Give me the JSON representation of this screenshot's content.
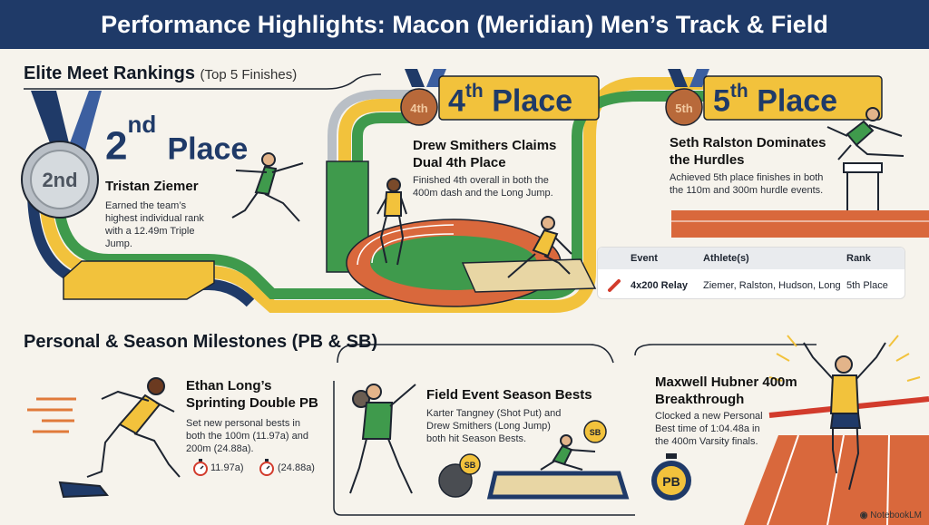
{
  "title": "Performance Highlights: Macon (Meridian) Men’s Track & Field",
  "elite": {
    "heading": "Elite Meet Rankings",
    "subheading": "(Top 5 Finishes)",
    "cards": [
      {
        "medal_label": "2nd",
        "place_num": "2",
        "place_suffix": "nd",
        "place_word": "Place",
        "athlete": "Tristan Ziemer",
        "description": "Earned the team’s highest individual rank with a 12.49m Triple Jump."
      },
      {
        "medal_label": "4th",
        "place_num": "4",
        "place_suffix": "th",
        "place_word": "Place",
        "athlete": "Drew Smithers Claims Dual 4th Place",
        "description": "Finished 4th overall in both the 400m dash and the Long Jump."
      },
      {
        "medal_label": "5th",
        "place_num": "5",
        "place_suffix": "th",
        "place_word": "Place",
        "athlete": "Seth Ralston Dominates the Hurdles",
        "description": "Achieved 5th place finishes in both the 110m and 300m hurdle events."
      }
    ],
    "table": {
      "columns": [
        "Event",
        "Athlete(s)",
        "Rank"
      ],
      "rows": [
        [
          "4x200 Relay",
          "Ziemer, Ralston, Hudson, Long",
          "5th Place"
        ]
      ]
    }
  },
  "milestones": {
    "heading": "Personal & Season Milestones (PB & SB)",
    "cards": [
      {
        "title": "Ethan Long’s Sprinting Double PB",
        "description": "Set new personal bests in both the 100m (11.97a) and 200m (24.88a).",
        "times": [
          "11.97a)",
          "(24.88a)"
        ]
      },
      {
        "title": "Field Event Season Bests",
        "description": "Karter Tangney (Shot Put) and Drew Smithers (Long Jump) both hit Season Bests.",
        "badge": "SB"
      },
      {
        "title": "Maxwell Hubner 400m Breakthrough",
        "description": "Clocked a new Personal Best time of 1:04.48a in the 400m Varsity finals.",
        "badge": "PB"
      }
    ]
  },
  "brand": "NotebookLM",
  "colors": {
    "navy": "#1f3a68",
    "gold": "#f2c23c",
    "orange": "#e07a3a",
    "green": "#3f9a4c",
    "track": "#d9683c",
    "bronze": "#b8693a",
    "silver": "#b9bfc6",
    "sand": "#e8d6a4"
  }
}
